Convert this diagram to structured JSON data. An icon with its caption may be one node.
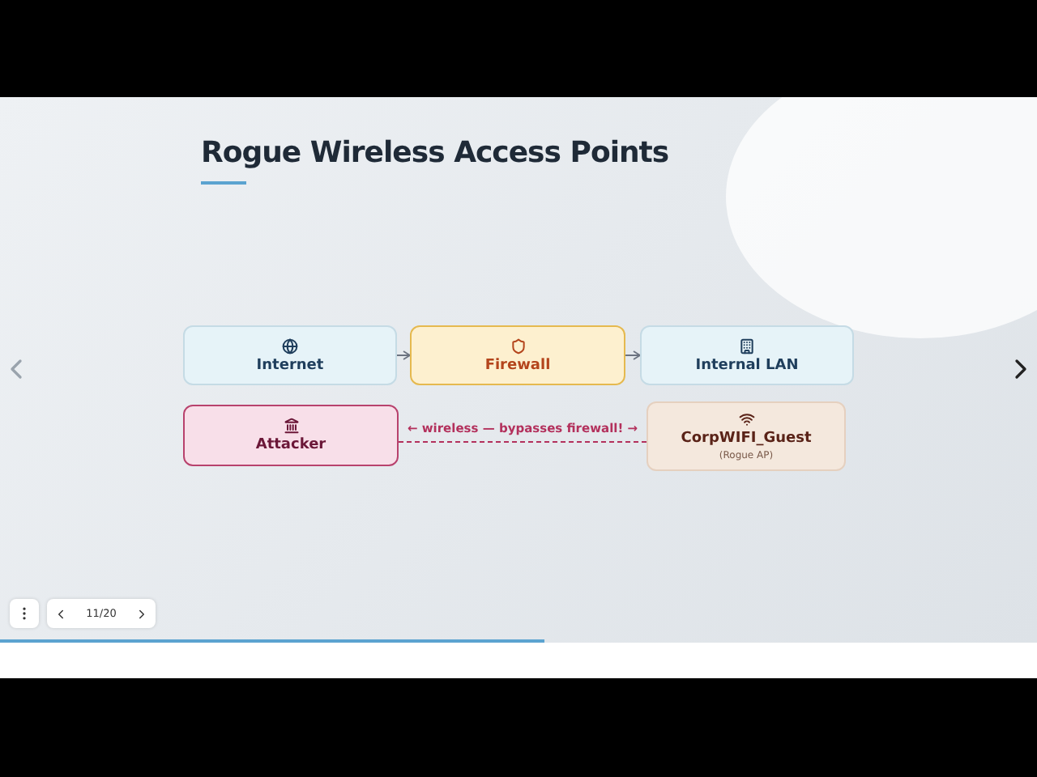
{
  "diagram": {
    "title": "Rogue Wireless Access Points",
    "nodes": [
      {
        "text": [
          "Internet"
        ]
      },
      {
        "text": [
          "Firewall"
        ]
      },
      {
        "text": [
          "Internal LAN"
        ]
      },
      {
        "text": [
          "Attacker"
        ]
      },
      {
        "text": [
          "CorpWIFI_Guest",
          "(Rogue AP)"
        ]
      }
    ],
    "edges": [
      {
        "from": 0,
        "to": 1,
        "arrow": "to"
      },
      {
        "from": 1,
        "to": 2,
        "arrow": "to"
      },
      {
        "from": 3,
        "to": 4,
        "arrow": "none",
        "label": "← wireless — bypasses firewall! →",
        "style": "dashed",
        "color": "#b3305c"
      }
    ],
    "labels": [
      "11/20"
    ]
  }
}
